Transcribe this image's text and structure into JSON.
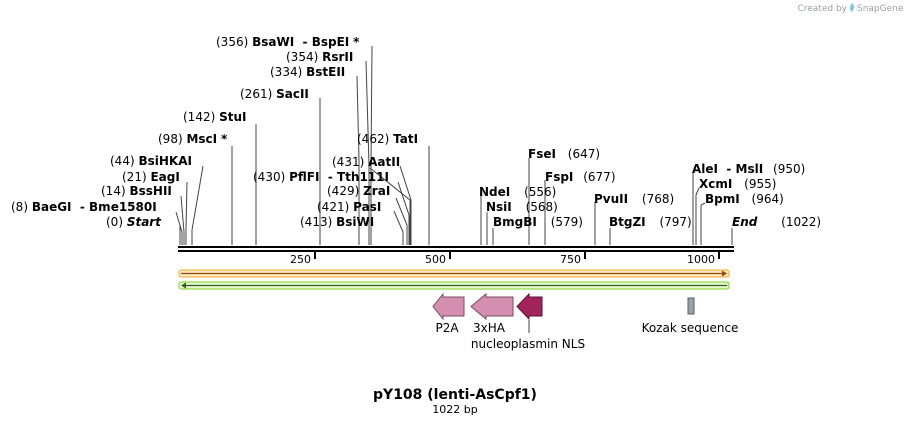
{
  "brand": {
    "created_by": "Created by",
    "name": "SnapGene",
    "icon": "snapgene-leaf-icon"
  },
  "plasmid": {
    "name": "pY108 (lenti-AsCpf1)",
    "length_label": "1022 bp",
    "length": 1022
  },
  "scale": {
    "ticks": [
      {
        "value": 250,
        "label": "250"
      },
      {
        "value": 500,
        "label": "500"
      },
      {
        "value": 750,
        "label": "750"
      },
      {
        "value": 1000,
        "label": "1000"
      }
    ]
  },
  "sites": {
    "s_start": {
      "pos": "(0)",
      "name": "Start"
    },
    "s_baegi": {
      "pos": "(8)",
      "name": "BaeGI  - Bme1580I"
    },
    "s_bsshii": {
      "pos": "(14)",
      "name": "BssHII"
    },
    "s_eagi": {
      "pos": "(21)",
      "name": "EagI"
    },
    "s_bsihkai": {
      "pos": "(44)",
      "name": "BsiHKAI"
    },
    "s_msci": {
      "pos": "(98)",
      "name": "MscI",
      "mark": "*"
    },
    "s_stui": {
      "pos": "(142)",
      "name": "StuI"
    },
    "s_sacii": {
      "pos": "(261)",
      "name": "SacII"
    },
    "s_bsteii": {
      "pos": "(334)",
      "name": "BstEII"
    },
    "s_rsrii": {
      "pos": "(354)",
      "name": "RsrII"
    },
    "s_bsawi": {
      "pos": "(356)",
      "name": "BsaWI  - BspEI",
      "mark": "*"
    },
    "s_pflfi": {
      "pos": "(430)",
      "name": "PflFI  - Tth111I"
    },
    "s_bsiwi": {
      "pos": "(413)",
      "name": "BsiWI"
    },
    "s_pasi": {
      "pos": "(421)",
      "name": "PasI"
    },
    "s_zrai": {
      "pos": "(429)",
      "name": "ZraI"
    },
    "s_aatii": {
      "pos": "(431)",
      "name": "AatII"
    },
    "s_tati": {
      "pos": "(462)",
      "name": "TatI"
    },
    "s_ndei": {
      "pos": "(556)",
      "name": "NdeI"
    },
    "s_nsii": {
      "pos": "(568)",
      "name": "NsiI"
    },
    "s_bmgbi": {
      "pos": "(579)",
      "name": "BmgBI"
    },
    "s_fsei": {
      "pos": "(647)",
      "name": "FseI"
    },
    "s_fspi": {
      "pos": "(677)",
      "name": "FspI"
    },
    "s_pvuii": {
      "pos": "(768)",
      "name": "PvuII"
    },
    "s_btgzi": {
      "pos": "(797)",
      "name": "BtgZI"
    },
    "s_alei": {
      "pos": "(950)",
      "name": "AleI  - MslI"
    },
    "s_xcmi": {
      "pos": "(955)",
      "name": "XcmI"
    },
    "s_bpmi": {
      "pos": "(964)",
      "name": "BpmI"
    },
    "s_end": {
      "pos": "(1022)",
      "name": "End"
    }
  },
  "features": {
    "p2a": {
      "label": "P2A",
      "color": "#d48fb0"
    },
    "ha3x": {
      "label": "3xHA",
      "color": "#d48fb0"
    },
    "nls": {
      "label": "nucleoplasmin NLS",
      "color": "#a3235f"
    },
    "kozak": {
      "label": "Kozak sequence",
      "color": "#9aa1a9"
    }
  },
  "colors": {
    "orange_bar": "#f5a623",
    "green_bar": "#7ed321",
    "backbone": "#000000"
  }
}
